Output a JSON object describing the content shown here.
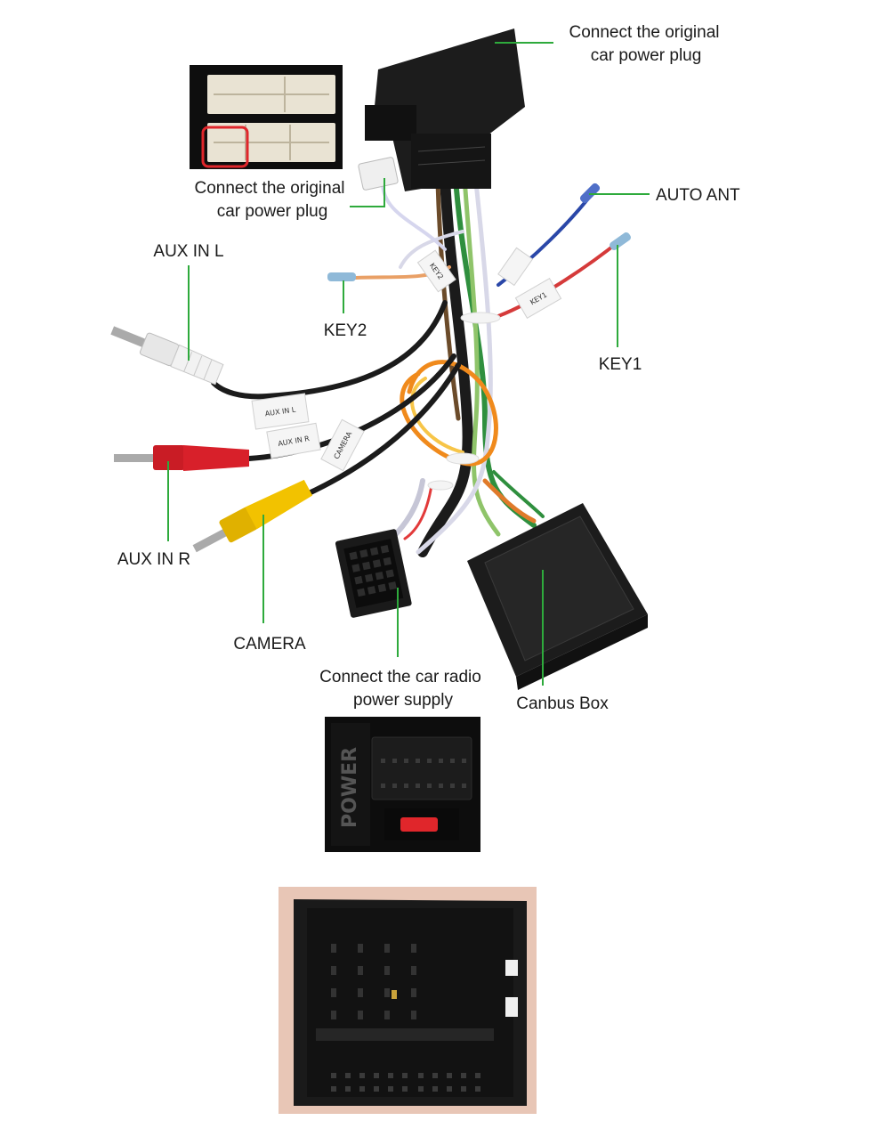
{
  "labels": {
    "main_plug_line1": "Connect the original",
    "main_plug_line2": "car power plug",
    "second_plug_line1": "Connect the original",
    "second_plug_line2": "car power plug",
    "auto_ant": "AUTO ANT",
    "aux_in_l": "AUX IN L",
    "key2": "KEY2",
    "key1": "KEY1",
    "aux_in_r": "AUX IN R",
    "camera": "CAMERA",
    "radio_supply_line1": "Connect the car radio",
    "radio_supply_line2": "power supply",
    "canbus_box": "Canbus Box"
  },
  "wire_tags": {
    "aux_l": "AUX IN L",
    "aux_r": "AUX IN R",
    "camera": "CAMERA",
    "key1": "KEY1",
    "key2": "KEY2"
  },
  "power_port_text": "POWER",
  "colors": {
    "leader_line": "#2eaa3c",
    "connector_body": "#1c1c1c",
    "rca_white": "#f2f2f2",
    "rca_red": "#d8202a",
    "rca_yellow": "#f2c200",
    "wire_orange": "#f08a1c",
    "wire_green": "#2f8f3e",
    "wire_blue": "#2a47a8",
    "wire_red": "#d53a3a"
  }
}
